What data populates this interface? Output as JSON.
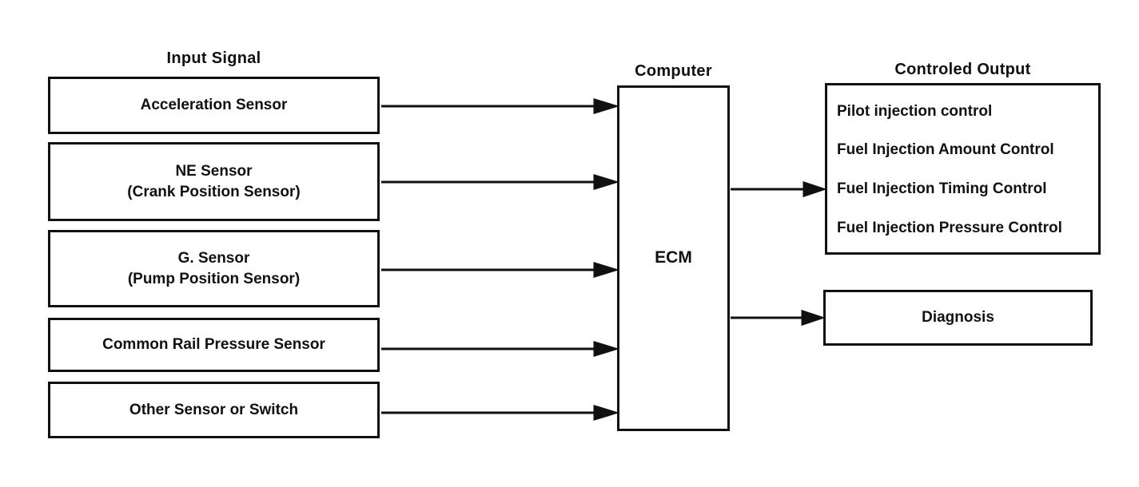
{
  "diagram": {
    "input": {
      "header": "Input Signal",
      "boxes": [
        {
          "lines": [
            "Acceleration Sensor"
          ]
        },
        {
          "lines": [
            "NE Sensor",
            "(Crank Position Sensor)"
          ]
        },
        {
          "lines": [
            "G. Sensor",
            "(Pump Position Sensor)"
          ]
        },
        {
          "lines": [
            "Common Rail Pressure Sensor"
          ]
        },
        {
          "lines": [
            "Other Sensor or Switch"
          ]
        }
      ]
    },
    "computer": {
      "header": "Computer",
      "label": "ECM"
    },
    "output": {
      "header": "Controled Output",
      "control_items": [
        "Pilot injection control",
        "Fuel Injection Amount Control",
        "Fuel Injection Timing Control",
        "Fuel Injection Pressure Control"
      ],
      "diagnosis_label": "Diagnosis"
    },
    "colors": {
      "ink": "#111111",
      "background": "#ffffff"
    }
  }
}
